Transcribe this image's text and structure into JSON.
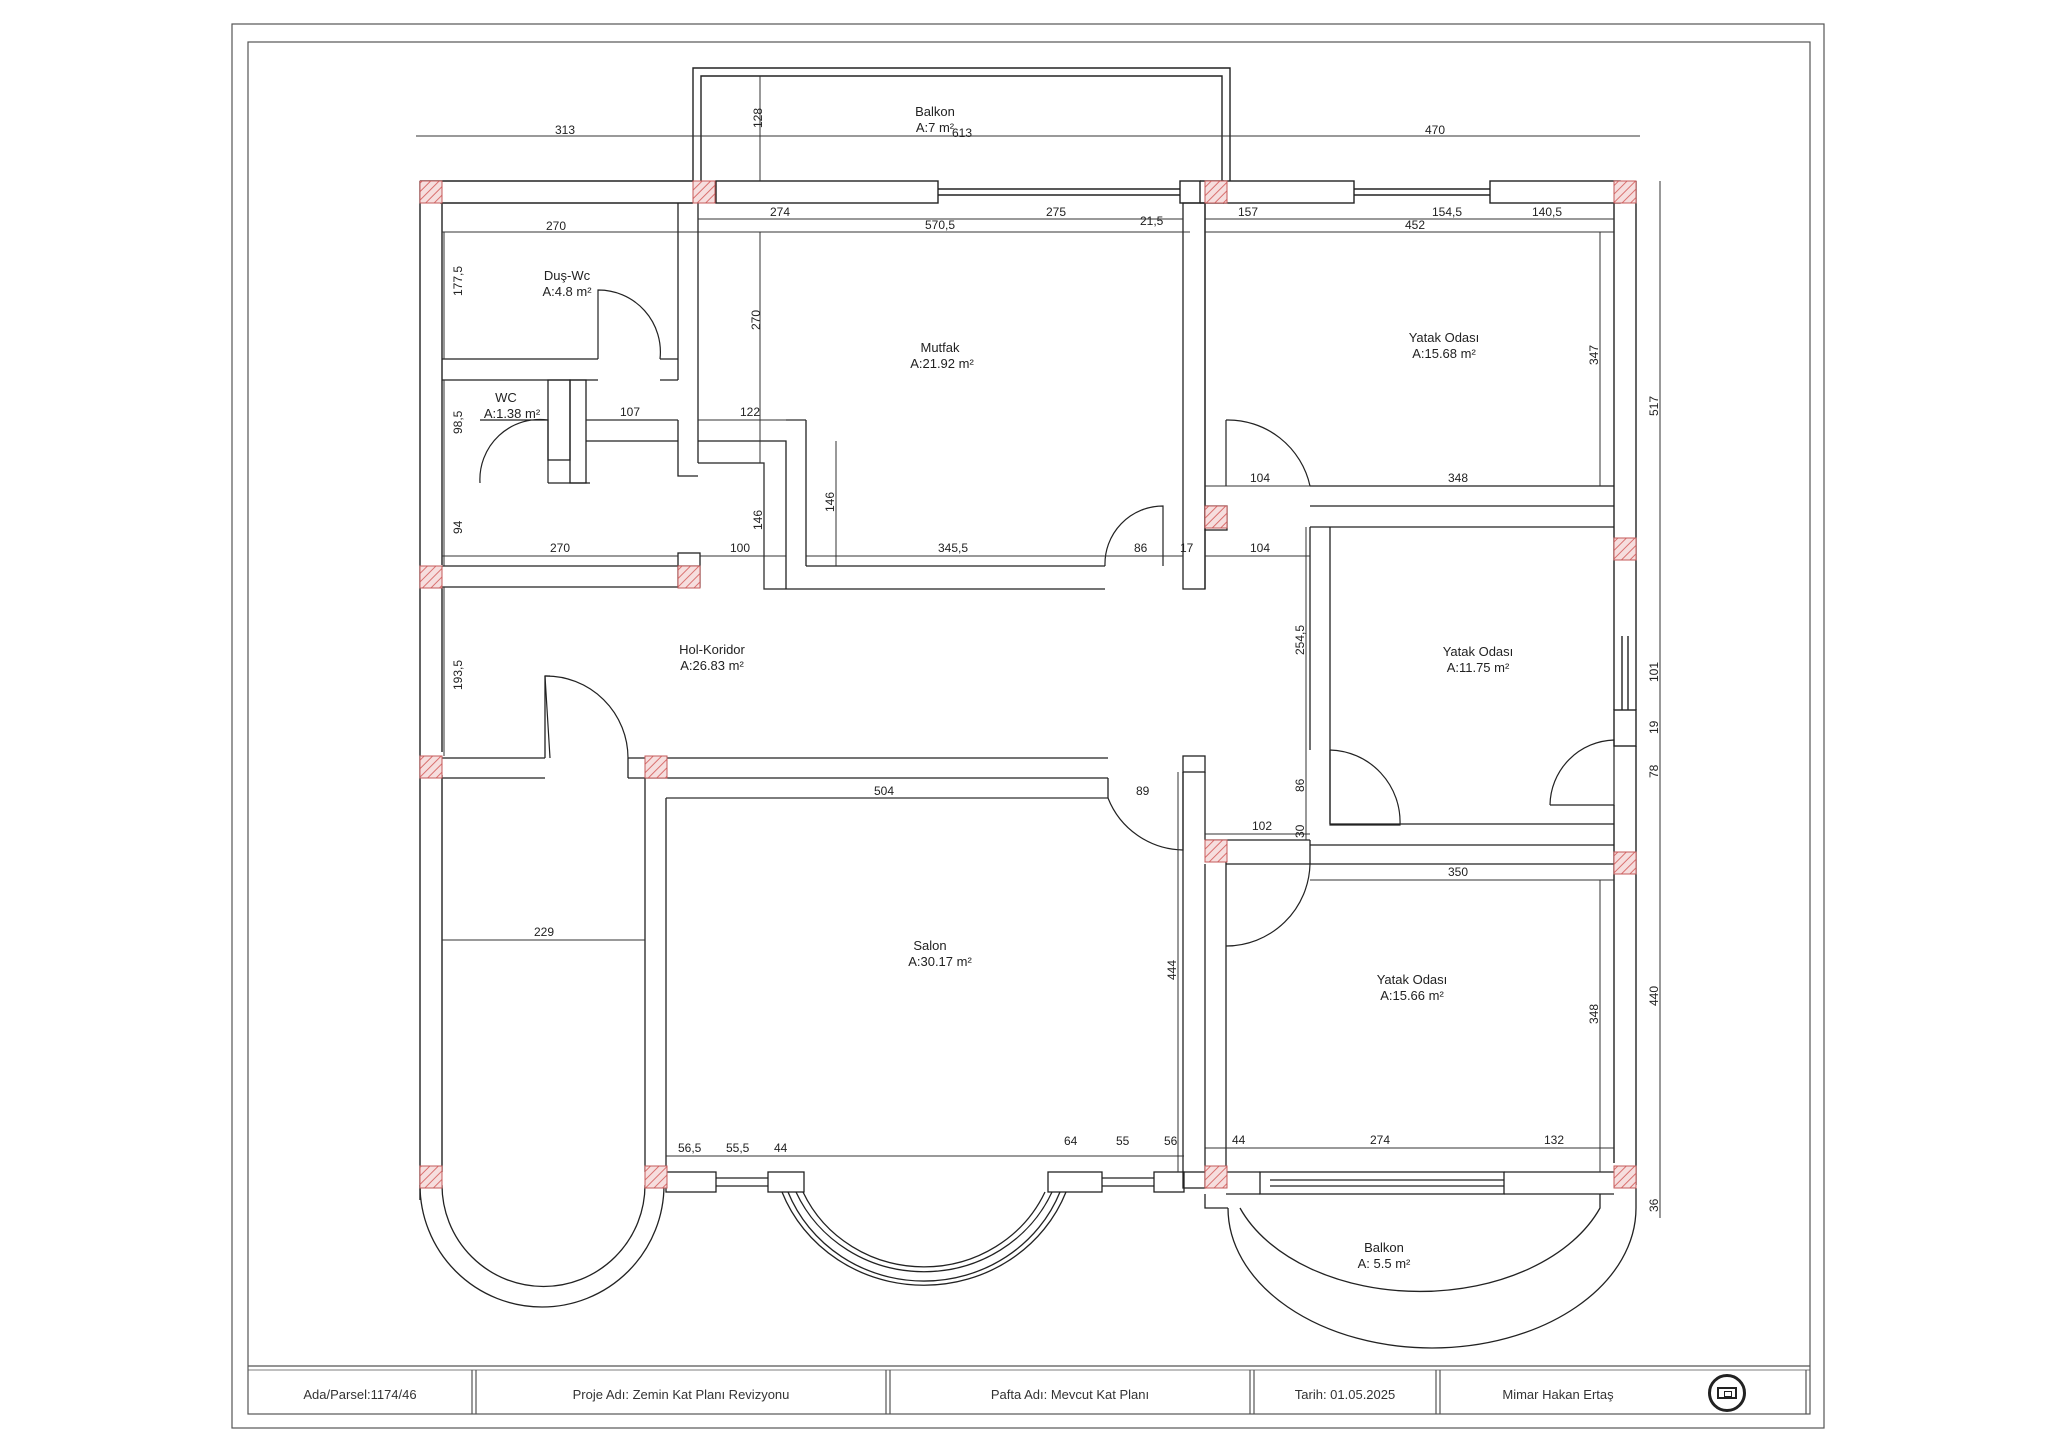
{
  "rooms": [
    {
      "id": "balkon-top",
      "name": "Balkon",
      "area": "A:7 m²"
    },
    {
      "id": "dus-wc",
      "name": "Duş-Wc",
      "area": "A:4.8 m²"
    },
    {
      "id": "wc",
      "name": "WC",
      "area": "A:1.38 m²"
    },
    {
      "id": "mutfak",
      "name": "Mutfak",
      "area": "A:21.92 m²"
    },
    {
      "id": "yatak-1",
      "name": "Yatak Odası",
      "area": "A:15.68 m²"
    },
    {
      "id": "hol",
      "name": "Hol-Koridor",
      "area": "A:26.83 m²"
    },
    {
      "id": "yatak-2",
      "name": "Yatak Odası",
      "area": "A:11.75 m²"
    },
    {
      "id": "salon",
      "name": "Salon",
      "area": "A:30.17 m²"
    },
    {
      "id": "yatak-3",
      "name": "Yatak Odası",
      "area": "A:15.66 m²"
    },
    {
      "id": "balkon-bottom",
      "name": "Balkon",
      "area": "A: 5.5 m²"
    }
  ],
  "dimensions": [
    "313",
    "613",
    "470",
    "128",
    "274",
    "275",
    "21,5",
    "570,5",
    "157",
    "154,5",
    "140,5",
    "452",
    "270",
    "177,5",
    "270",
    "347",
    "517",
    "107",
    "122",
    "98,5",
    "104",
    "348",
    "94",
    "270",
    "100",
    "146",
    "146",
    "345,5",
    "86",
    "17",
    "104",
    "254,5",
    "193,5",
    "101",
    "19",
    "78",
    "504",
    "89",
    "86",
    "102",
    "30",
    "350",
    "229",
    "444",
    "440",
    "348",
    "56,5",
    "55,5",
    "44",
    "64",
    "55",
    "56",
    "44",
    "274",
    "132",
    "36"
  ],
  "title_block": {
    "parcel": "Ada/Parsel:1174/46",
    "project": "Proje Adı: Zemin Kat Planı Revizyonu",
    "sheet": "Pafta Adı: Mevcut Kat Planı",
    "date": "Tarih: 01.05.2025",
    "architect": "Mimar Hakan Ertaş"
  }
}
